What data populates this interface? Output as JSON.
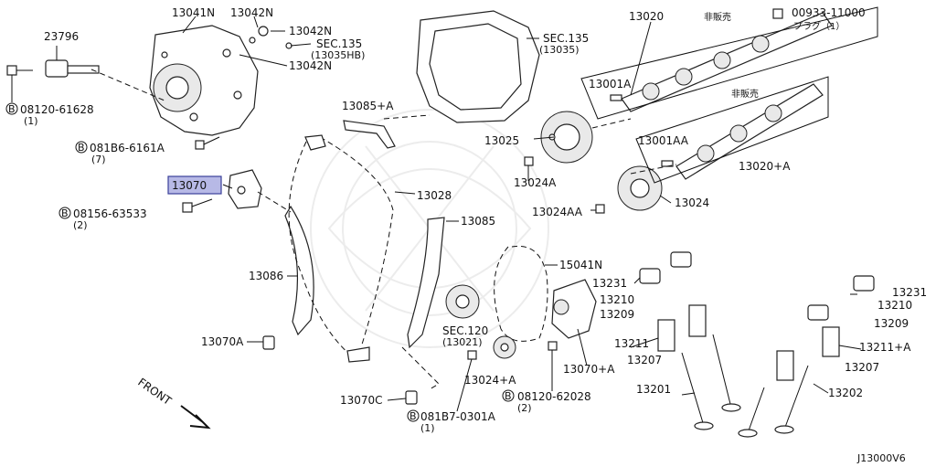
{
  "parts": {
    "p13041N": "13041N",
    "p13042N_a": "13042N",
    "p13042N_b": "13042N",
    "p13042N_c": "13042N",
    "sec135_a": "SEC.135",
    "sec135_a_sub": "(13035HB)",
    "sec135_b": "SEC.135",
    "sec135_b_sub": "(13035)",
    "p23796": "23796",
    "bolt_08120_61628": "08120-61628",
    "bolt_08120_61628_qty": "(1)",
    "bolt_081B6_6161A": "081B6-6161A",
    "bolt_081B6_6161A_qty": "(7)",
    "p13070": "13070",
    "bolt_08156_63533": "08156-63533",
    "bolt_08156_63533_qty": "(2)",
    "p13085A": "13085+A",
    "p13028": "13028",
    "p13085": "13085",
    "p13086": "13086",
    "p13070A": "13070A",
    "p13070C": "13070C",
    "bolt_081B7_0301A": "081B7-0301A",
    "bolt_081B7_0301A_qty": "(1)",
    "sec120": "SEC.120",
    "sec120_sub": "(13021)",
    "p13024A_plus": "13024+A",
    "p15041N": "15041N",
    "p13070A_plus": "13070+A",
    "bolt_08120_62028": "08120-62028",
    "bolt_08120_62028_qty": "(2)",
    "p13025": "13025",
    "p13024A": "13024A",
    "p13024AA": "13024AA",
    "p13024": "13024",
    "p13020": "13020",
    "not_for_sale_a": "非販売",
    "not_for_sale_b": "非販売",
    "p00933_11000": "00933-11000",
    "plug_note": "プラグ（1）",
    "p13001A": "13001A",
    "p13001AA": "13001AA",
    "p13020A_plus": "13020+A",
    "p13231_a": "13231",
    "p13210_a": "13210",
    "p13209_a": "13209",
    "p13211": "13211",
    "p13207_a": "13207",
    "p13201": "13201",
    "p13231_b": "13231",
    "p13210_b": "13210",
    "p13209_b": "13209",
    "p13211A_plus": "13211+A",
    "p13207_b": "13207",
    "p13202": "13202",
    "front": "FRONT",
    "circle_b": "B"
  },
  "drawing_id": "J13000V6",
  "highlight_color": "#b7b9e6"
}
